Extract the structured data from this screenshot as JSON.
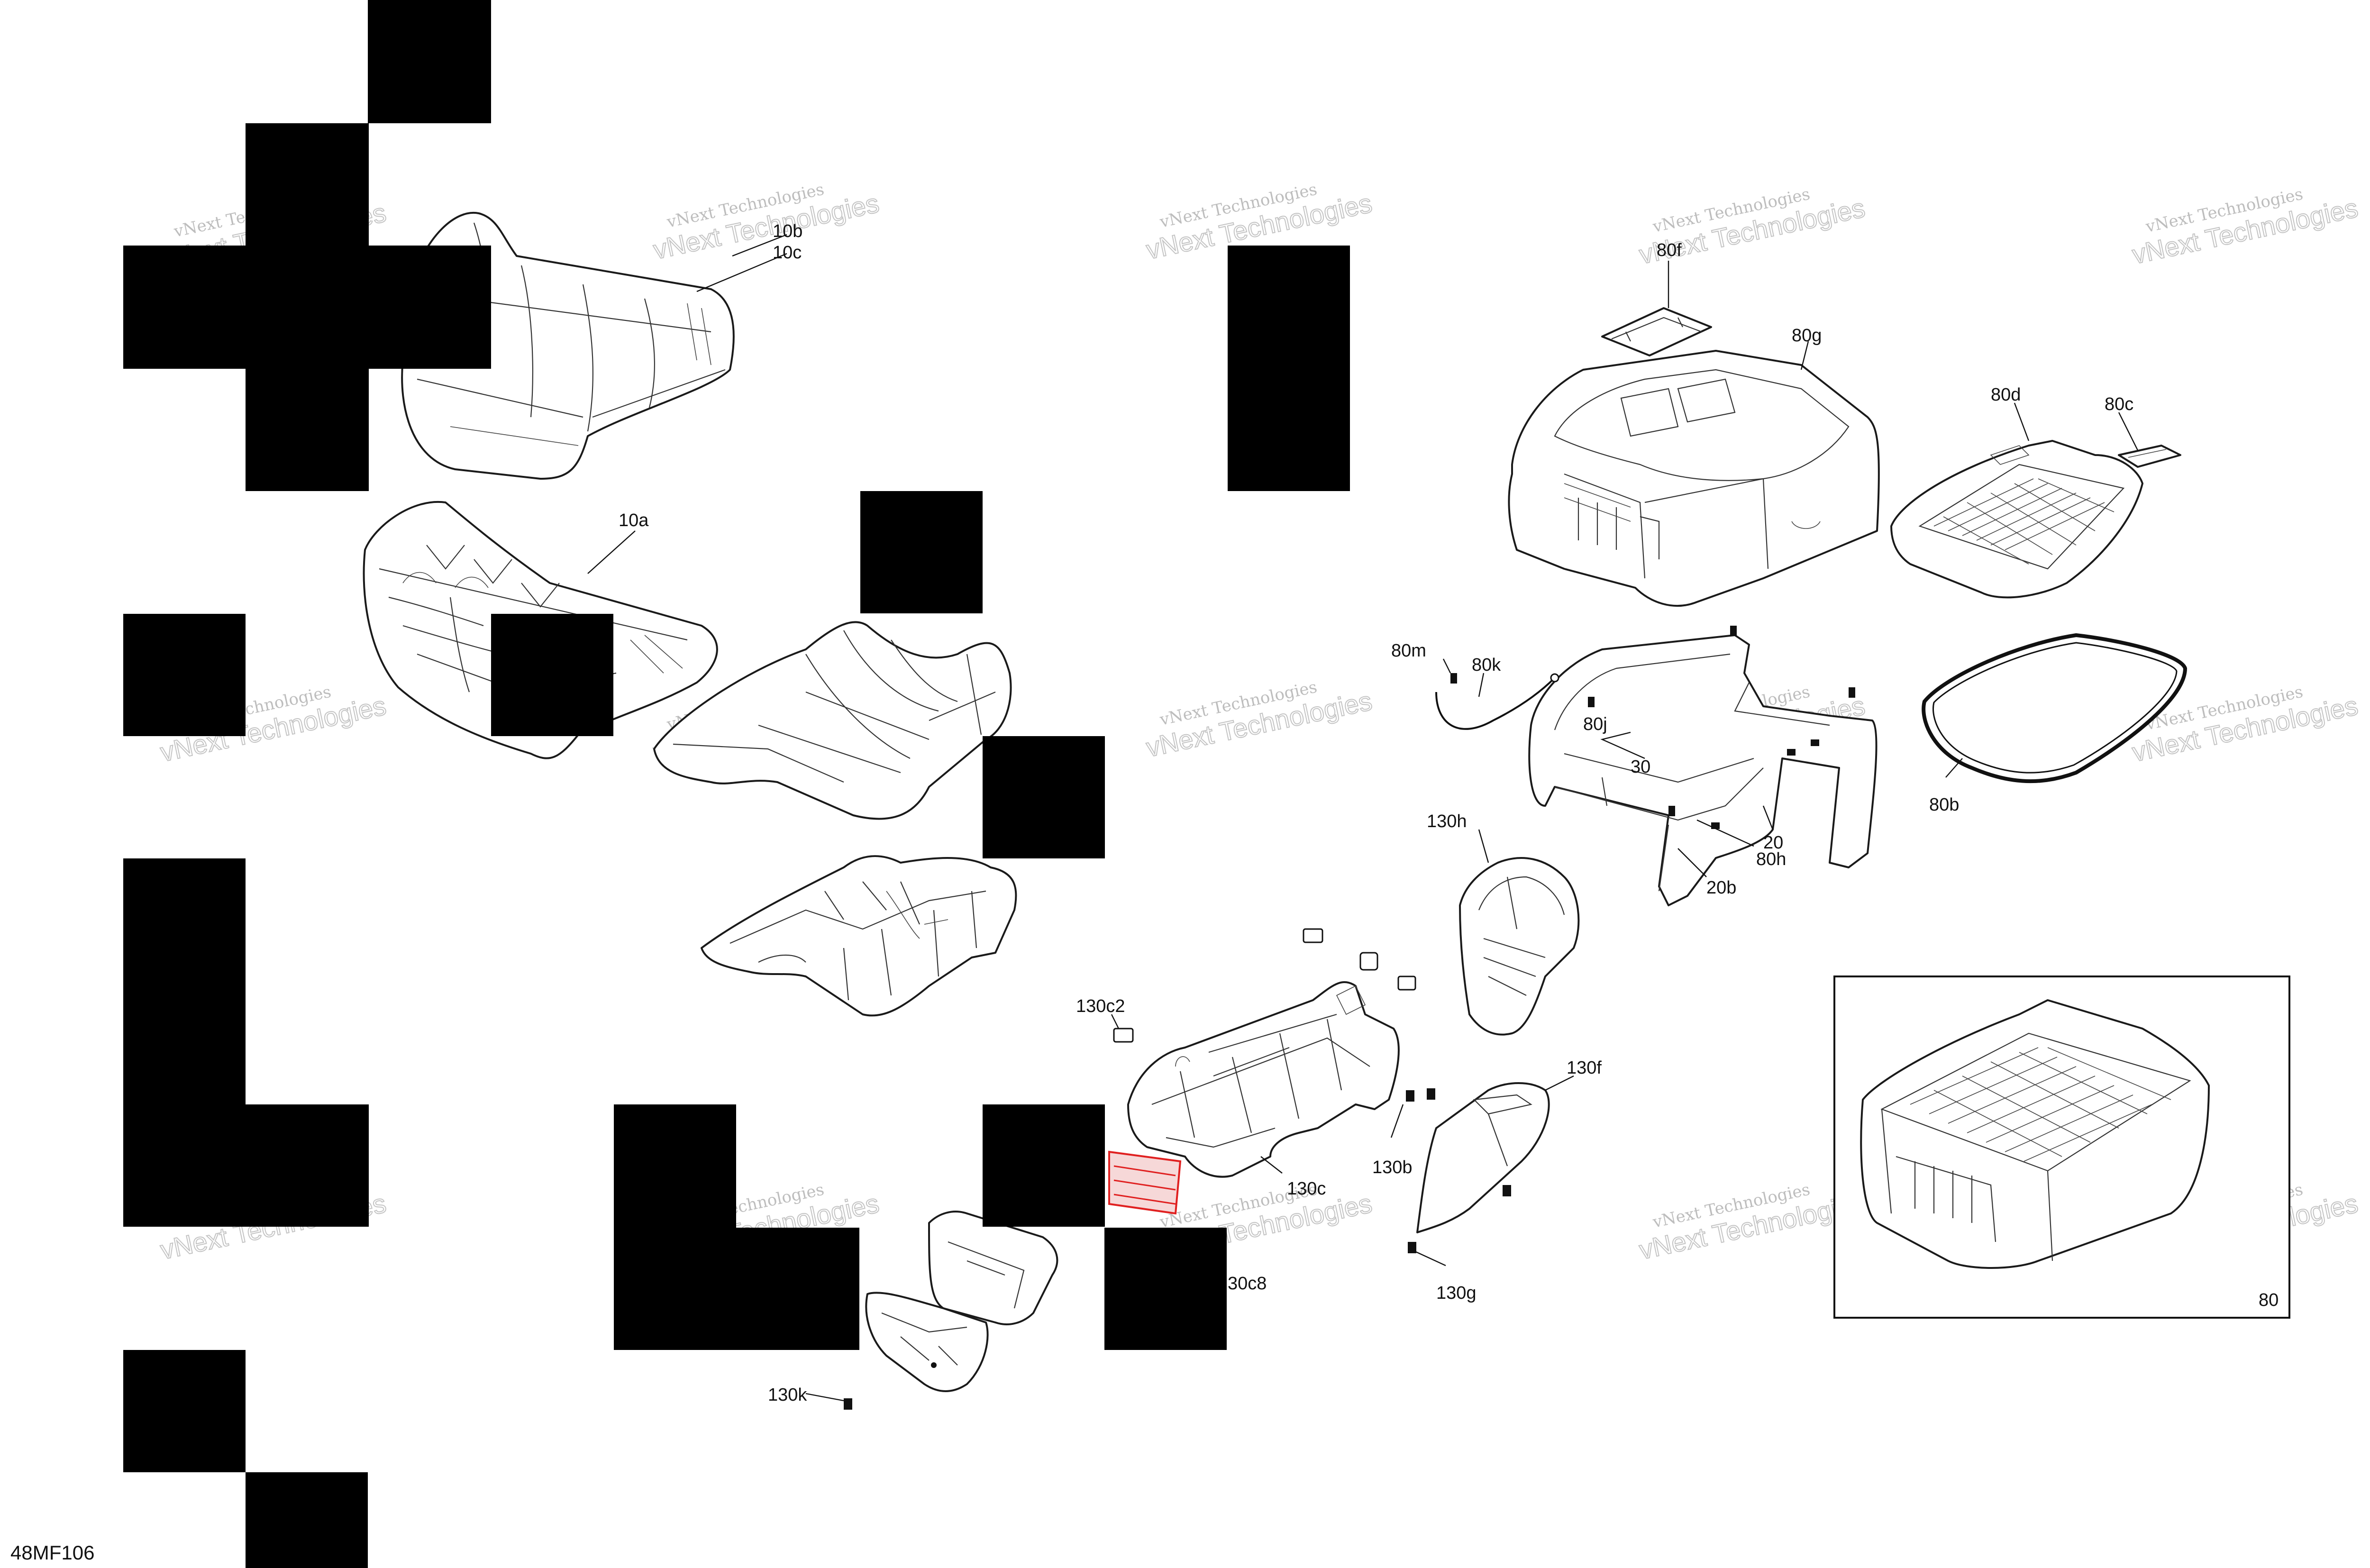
{
  "diagram": {
    "drawing_code": "48MF106",
    "watermark_line1": "vNext Technologies",
    "watermark_line2": "vNext Technologies",
    "inset_label": "80",
    "callouts": {
      "c10b": "10b",
      "c10c": "10c",
      "c10a": "10a",
      "c80f": "80f",
      "c80g": "80g",
      "c80d": "80d",
      "c80c": "80c",
      "c80m": "80m",
      "c80k": "80k",
      "c80j": "80j",
      "c30": "30",
      "c20": "20",
      "c80h": "80h",
      "c20b": "20b",
      "c80b": "80b",
      "c130h": "130h",
      "c130c2": "130c2",
      "c130f": "130f",
      "c130b": "130b",
      "c130c": "130c",
      "c130c8": "30c8",
      "c130g": "130g",
      "c130k": "130k"
    }
  }
}
